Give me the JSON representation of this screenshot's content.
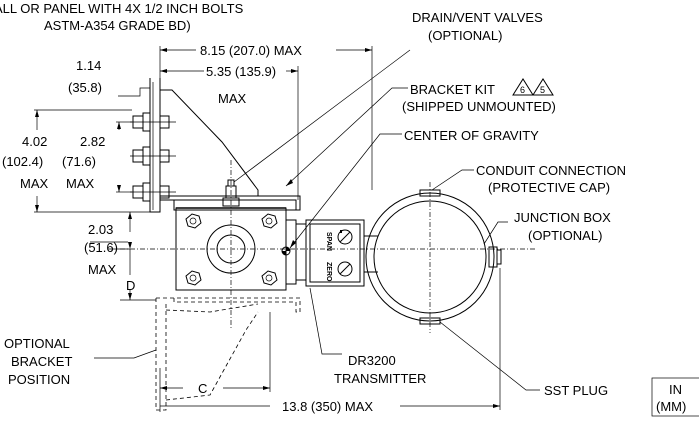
{
  "labels": {
    "mount_line1": "ALL OR PANEL WITH 4X 1/2 INCH BOLTS",
    "mount_line2": "ASTM-A354 GRADE BD)",
    "drain_line1": "DRAIN/VENT VALVES",
    "drain_line2": "(OPTIONAL)",
    "bracket_kit_line1": "BRACKET KIT",
    "bracket_kit_line2": "(SHIPPED UNMOUNTED)",
    "bracket_kit_note_a": "6",
    "bracket_kit_note_b": "5",
    "center_of_gravity": "CENTER OF GRAVITY",
    "conduit_line1": "CONDUIT CONNECTION",
    "conduit_line2": "(PROTECTIVE CAP)",
    "junction_line1": "JUNCTION BOX",
    "junction_line2": "(OPTIONAL)",
    "optional_bracket_line1": "OPTIONAL",
    "optional_bracket_line2": "BRACKET",
    "optional_bracket_line3": "POSITION",
    "transmitter_line1": "DR3200",
    "transmitter_line2": "TRANSMITTER",
    "sst_plug": "SST PLUG",
    "span": "SPAN",
    "zero": "ZERO",
    "dim_D": "D",
    "dim_C": "C"
  },
  "dimensions": {
    "d_1_14_in": "1.14",
    "d_1_14_mm": "(35.8)",
    "d_8_15": "8.15 (207.0) MAX",
    "d_5_35": "5.35 (135.9)",
    "d_5_35_max": "MAX",
    "d_4_02_in": "4.02",
    "d_4_02_mm": "(102.4)",
    "d_4_02_max": "MAX",
    "d_2_82_in": "2.82",
    "d_2_82_mm": "(71.6)",
    "d_2_82_max": "MAX",
    "d_2_03_in": "2.03",
    "d_2_03_mm": "(51.6)",
    "d_2_03_max": "MAX",
    "d_13_8": "13.8 (350) MAX"
  },
  "units_legend": {
    "top": "IN",
    "bottom": "(MM)"
  }
}
